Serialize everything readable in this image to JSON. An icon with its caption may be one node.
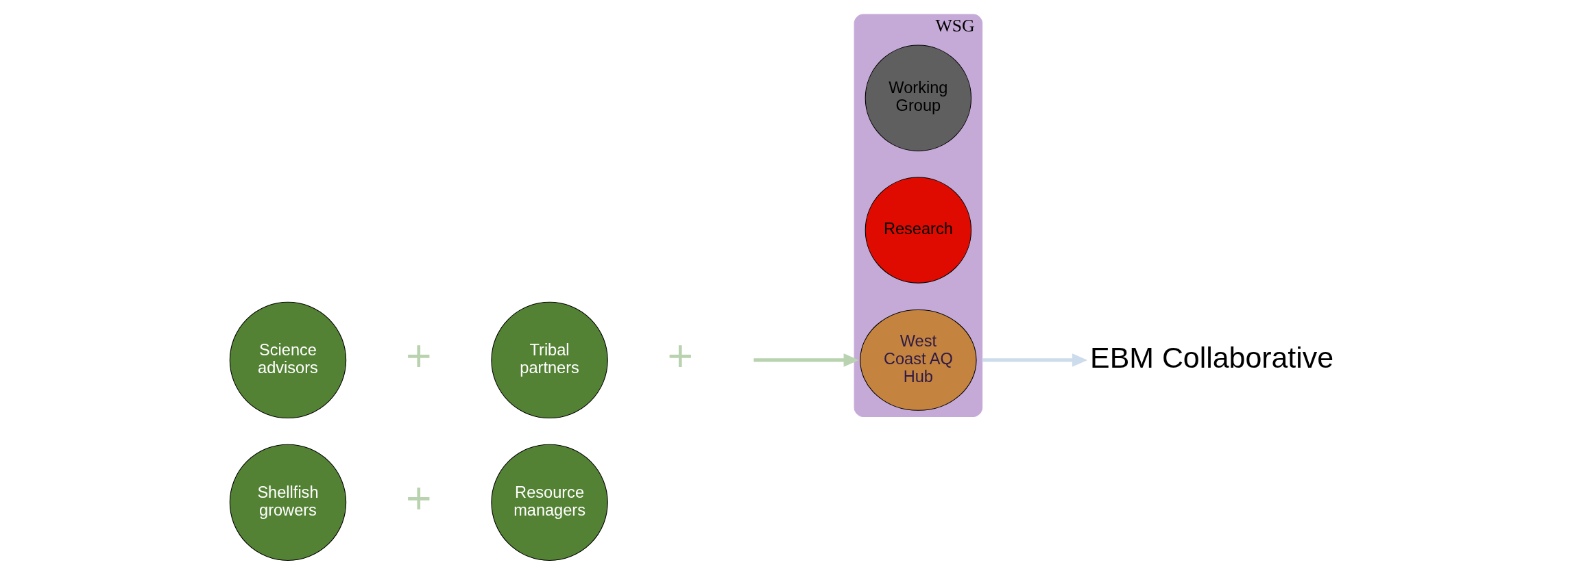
{
  "diagram": {
    "nodes": [
      {
        "text": [
          "Science advisors"
        ]
      },
      {
        "text": [
          "Tribal partners"
        ]
      },
      {
        "text": [
          "Shellfish growers"
        ]
      },
      {
        "text": [
          "Resource managers"
        ]
      },
      {
        "text": [
          "WSG"
        ]
      },
      {
        "text": [
          "Working Group"
        ],
        "in": 4
      },
      {
        "text": [
          "Research"
        ],
        "in": 4
      },
      {
        "text": [
          "West Coast AQ Hub"
        ],
        "in": 4
      },
      {
        "text": [
          "EBM Collaborative"
        ]
      }
    ],
    "edges": [
      {
        "from": null,
        "to": 4,
        "arrow": "to",
        "color": "#b9d3b0"
      },
      {
        "from": 4,
        "to": 8,
        "arrow": "to",
        "color": "#cddcec"
      }
    ],
    "labels": [
      "+",
      "+",
      "+"
    ]
  }
}
